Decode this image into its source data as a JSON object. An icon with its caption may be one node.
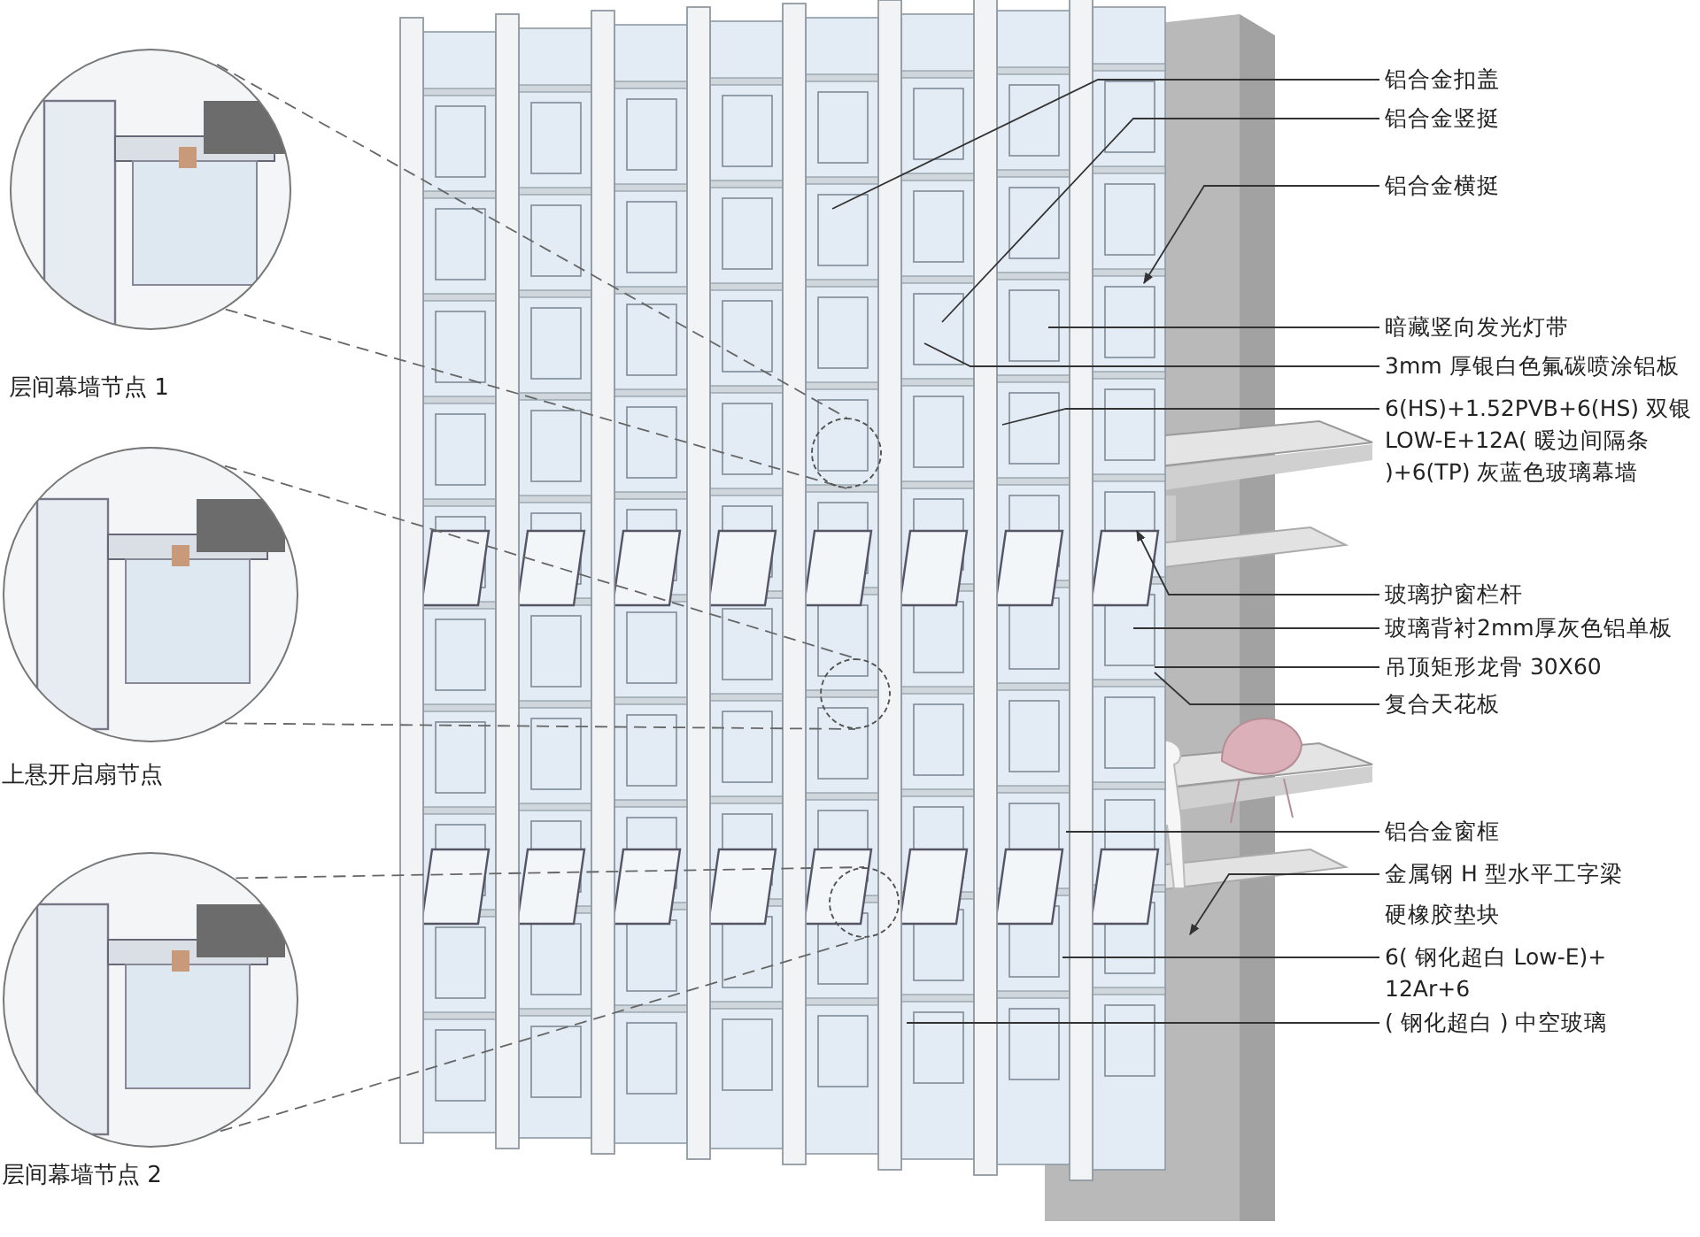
{
  "diagram": {
    "nodes": [
      {
        "text": [
          "层间幕墙节点 1"
        ]
      },
      {
        "text": [
          "上悬开启扇节点"
        ]
      },
      {
        "text": [
          "层间幕墙节点 2"
        ]
      },
      {
        "text": [],
        "shape": "circle"
      },
      {
        "text": [],
        "shape": "circle"
      },
      {
        "text": [],
        "shape": "circle"
      },
      {
        "text": [
          "铝合金扣盖"
        ]
      },
      {
        "text": [
          "铝合金竖挺"
        ]
      },
      {
        "text": [
          "铝合金横挺"
        ]
      },
      {
        "text": [
          "暗藏竖向发光灯带"
        ]
      },
      {
        "text": [
          "3mm 厚银白色氟碳喷涂铝板"
        ]
      },
      {
        "text": [
          "6(HS)+1.52PVB+6(HS) 双银 LOW-E+12A( 暖边间隔条 )+6(TP) 灰蓝色玻璃幕墙"
        ]
      },
      {
        "text": [
          "玻璃护窗栏杆"
        ]
      },
      {
        "text": [
          "玻璃背衬2mm厚灰色铝单板"
        ]
      },
      {
        "text": [
          "吊顶矩形龙骨 30X60"
        ]
      },
      {
        "text": [
          "复合天花板"
        ]
      },
      {
        "text": [
          "铝合金窗框"
        ]
      },
      {
        "text": [
          "金属钢 H 型水平工字梁"
        ]
      },
      {
        "text": [
          "6( 钢化超白 Low-E)+ 12Ar+6"
        ]
      },
      {
        "text": [
          "( 钢化超白 ) 中空玻璃"
        ]
      }
    ],
    "edges": [
      {
        "from": 0,
        "to": 3,
        "arrow": "none",
        "style": "dashed"
      },
      {
        "from": 0,
        "to": 3,
        "arrow": "none",
        "style": "dashed"
      },
      {
        "from": 1,
        "to": 4,
        "arrow": "none",
        "style": "dashed"
      },
      {
        "from": 1,
        "to": 4,
        "arrow": "none",
        "style": "dashed"
      },
      {
        "from": 2,
        "to": 5,
        "arrow": "none",
        "style": "dashed"
      },
      {
        "from": 2,
        "to": 5,
        "arrow": "none",
        "style": "dashed"
      },
      {
        "from": 6,
        "to": null,
        "arrow": "none"
      },
      {
        "from": 7,
        "to": null,
        "arrow": "none"
      },
      {
        "from": 8,
        "to": null,
        "arrow": "to"
      },
      {
        "from": 9,
        "to": null,
        "arrow": "none"
      },
      {
        "from": 10,
        "to": null,
        "arrow": "none"
      },
      {
        "from": 11,
        "to": null,
        "arrow": "none"
      },
      {
        "from": 12,
        "to": null,
        "arrow": "to"
      },
      {
        "from": 13,
        "to": null,
        "arrow": "none"
      },
      {
        "from": 14,
        "to": null,
        "arrow": "none"
      },
      {
        "from": 15,
        "to": null,
        "arrow": "none"
      },
      {
        "from": 16,
        "to": null,
        "arrow": "none"
      },
      {
        "from": 17,
        "to": null,
        "arrow": "to"
      },
      {
        "from": 18,
        "to": null,
        "arrow": "none"
      },
      {
        "from": 19,
        "to": null,
        "arrow": "none"
      }
    ],
    "labels": [
      "硬橡胶垫块"
    ]
  }
}
